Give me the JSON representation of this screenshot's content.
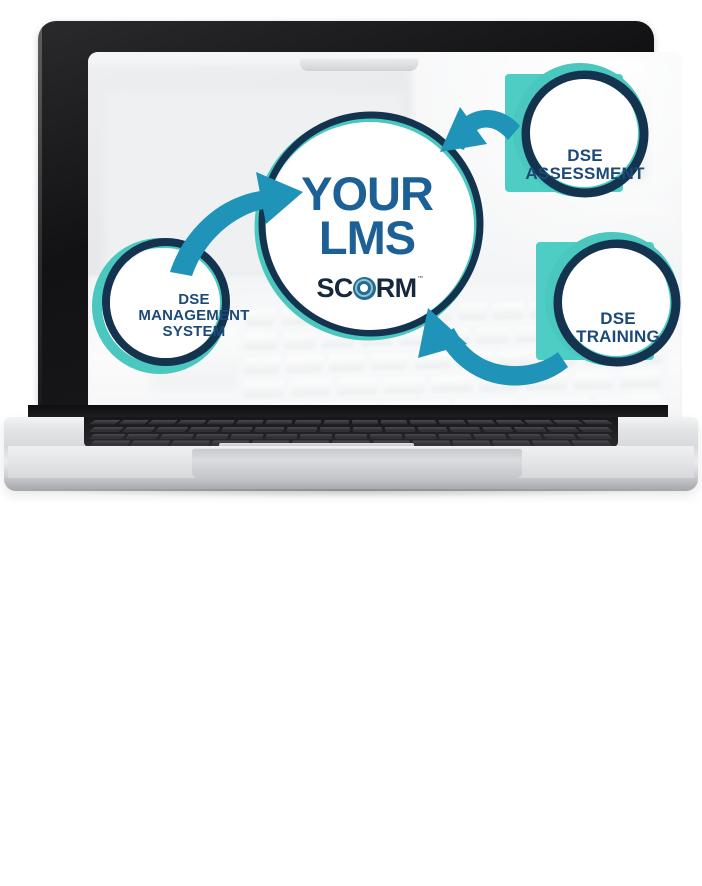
{
  "device": {
    "type": "laptop",
    "name": "silver-laptop-mockup"
  },
  "screen": {
    "background_description": "blurred bright office desk with white keyboard",
    "graphic_title": "DSE compliance cycle diagram"
  },
  "diagram": {
    "center": {
      "line1": "YOUR",
      "line2": "LMS",
      "brand": {
        "prefix": "SC",
        "suffix": "RM",
        "trademark": "™"
      }
    },
    "nodes": [
      {
        "id": "assessment",
        "line1": "DSE",
        "line2": "ASSESSMENT"
      },
      {
        "id": "training",
        "line1": "DSE",
        "line2": "TRAINING"
      },
      {
        "id": "management",
        "line1": "DSE",
        "line2": "MANAGEMENT",
        "line3": "SYSTEM"
      }
    ],
    "arrows": [
      {
        "id": "assessment-to-lms",
        "direction": "right-to-left-curved"
      },
      {
        "id": "training-to-lms",
        "direction": "bottom-right-to-left-curved"
      },
      {
        "id": "management-to-lms",
        "direction": "bottom-left-to-upper-right-curved"
      }
    ]
  },
  "colors": {
    "navy": "#13334f",
    "teal": "#4ac7be",
    "arrow_blue": "#1f93b8",
    "text_blue": "#1b4a7a",
    "heading_blue": "#1c6096",
    "scorm_dark": "#15283c",
    "scorm_mark": "#1f6f93",
    "accent_square": "#4ecdc4"
  }
}
